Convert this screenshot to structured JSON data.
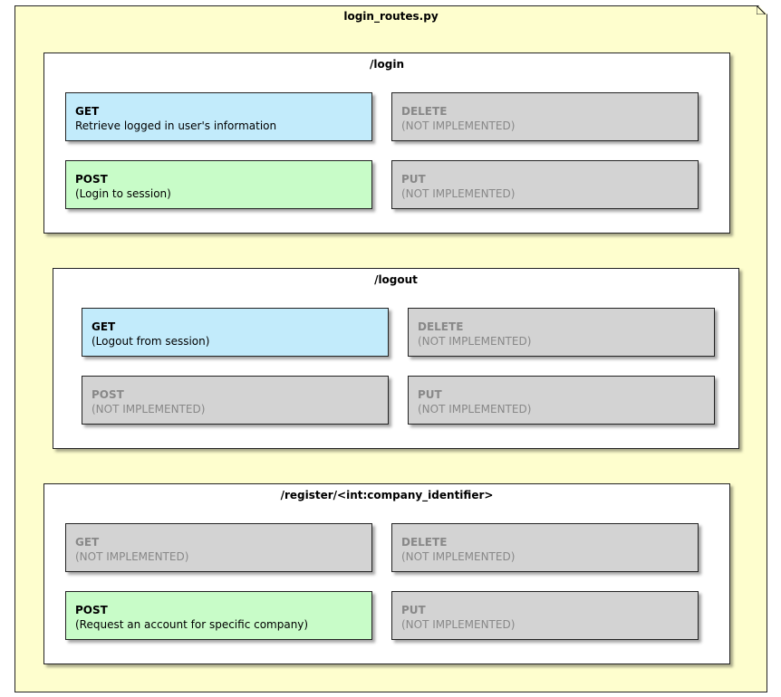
{
  "file": {
    "name": "login_routes.py"
  },
  "colors": {
    "file_bg": "#fefece",
    "route_bg": "#ffffff",
    "get": "#c2ebfb",
    "post": "#c8fcc8",
    "not_implemented": "#d3d3d3",
    "not_implemented_text": "#888888"
  },
  "routes": [
    {
      "path": "/login",
      "methods": {
        "get": {
          "verb": "GET",
          "desc": "Retrieve logged in user's information",
          "status": "get"
        },
        "delete": {
          "verb": "DELETE",
          "desc": "(NOT IMPLEMENTED)",
          "status": "not-implemented"
        },
        "post": {
          "verb": "POST",
          "desc": "(Login to session)",
          "status": "post"
        },
        "put": {
          "verb": "PUT",
          "desc": "(NOT IMPLEMENTED)",
          "status": "not-implemented"
        }
      }
    },
    {
      "path": "/logout",
      "methods": {
        "get": {
          "verb": "GET",
          "desc": "(Logout from session)",
          "status": "get"
        },
        "delete": {
          "verb": "DELETE",
          "desc": "(NOT IMPLEMENTED)",
          "status": "not-implemented"
        },
        "post": {
          "verb": "POST",
          "desc": "(NOT IMPLEMENTED)",
          "status": "not-implemented"
        },
        "put": {
          "verb": "PUT",
          "desc": "(NOT IMPLEMENTED)",
          "status": "not-implemented"
        }
      }
    },
    {
      "path": "/register/<int:company_identifier>",
      "methods": {
        "get": {
          "verb": "GET",
          "desc": "(NOT IMPLEMENTED)",
          "status": "not-implemented"
        },
        "delete": {
          "verb": "DELETE",
          "desc": "(NOT IMPLEMENTED)",
          "status": "not-implemented"
        },
        "post": {
          "verb": "POST",
          "desc": "(Request an account for specific company)",
          "status": "post"
        },
        "put": {
          "verb": "PUT",
          "desc": "(NOT IMPLEMENTED)",
          "status": "not-implemented"
        }
      }
    }
  ]
}
